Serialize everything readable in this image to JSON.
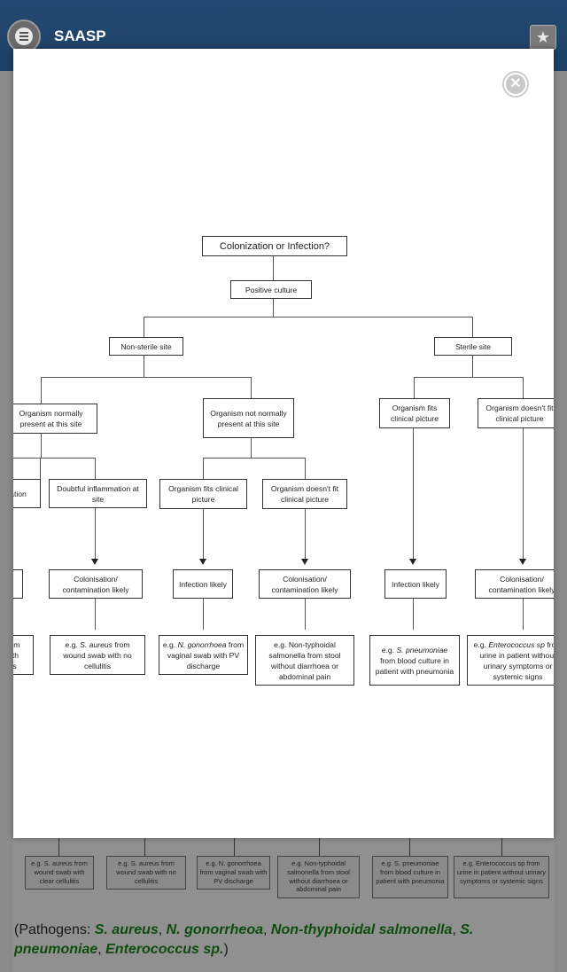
{
  "app": {
    "title": "SAASP"
  },
  "header": {
    "menu_icon": "menu-icon",
    "star_icon": "star-icon"
  },
  "modal": {
    "close_icon": "close-circle-icon"
  },
  "flowchart": {
    "title": "Colonization or Infection?",
    "positive_culture": "Positive culture",
    "non_sterile": "Non-sterile site",
    "sterile": "Sterile site",
    "org_normal": "Organism normally present at this site",
    "org_not_normal": "Organism not normally present at this site",
    "sterile_fits": "Organism fits clinical picture",
    "sterile_doesnt": "Organism doesn't fit clinical picture",
    "inflammation_partial": "ation",
    "doubtful_inflammation": "Doubtful inflammation at site",
    "nn_fits": "Organism fits clinical picture",
    "nn_doesnt": "Organism doesn't fit clinical picture",
    "outcome_colonisation": "Colonisation/ contamination likely",
    "outcome_infection": "Infection likely",
    "ex_partial_left": "om\nith\ns",
    "ex_saureus_no_cellulitis_pre": "e.g. ",
    "ex_saureus_no_cellulitis_org": "S. aureus",
    "ex_saureus_no_cellulitis_post": " from wound swab with no cellulitis",
    "ex_gonorrhoea_pre": "e.g. ",
    "ex_gonorrhoea_org": "N. gonorrhoea",
    "ex_gonorrhoea_post": " from vaginal swab with PV discharge",
    "ex_salmonella": "e.g. Non-typhoidal salmonella from stool without diarrhoea or abdominal pain",
    "ex_pneumoniae_pre": "e.g. ",
    "ex_pneumoniae_org": "S. pneumoniae",
    "ex_pneumoniae_post": " from blood culture in patient with pneumonia",
    "ex_enterococcus_pre": "e.g. ",
    "ex_enterococcus_org": "Enterococcus sp",
    "ex_enterococcus_post": " from urine in patient without urinary symptoms or systemic signs"
  },
  "background_examples": [
    "e.g. S. aureus from wound swab with clear cellulitis",
    "e.g. S. aureus from wound swab with no cellulitis",
    "e.g. N. gonorrhoea from vaginal swab with PV discharge",
    "e.g. Non-typhoidal salmonella from stool without diarrhoea or abdominal pain",
    "e.g. S. pneumoniae from blood culture in patient with pneumonia",
    "e.g. Enterococcus sp from urine in patient without urinary symptoms or systemic signs"
  ],
  "pathogens": {
    "prefix": "(Pathogens:  ",
    "p1": "S. aureus",
    "sep1": ", ",
    "p2": "N. gonorrheoa",
    "sep2": ", ",
    "p3": "Non-thyphoidal salmonella",
    "sep3": ", ",
    "p4": "S. pneumoniae",
    "sep4": ", ",
    "p5": "Enterococcus sp.",
    "suffix": ")"
  }
}
